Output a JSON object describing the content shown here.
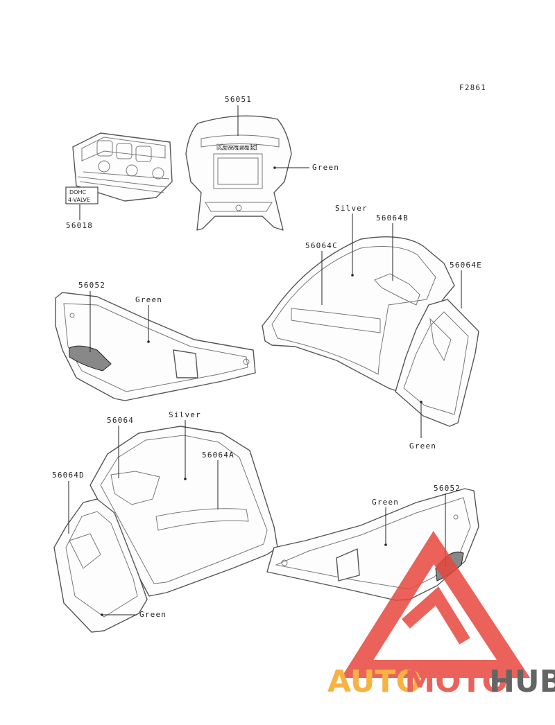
{
  "figure_code": "F2861",
  "labels": {
    "p56051": "56051",
    "p56018": "56018",
    "green_cowl": "Green",
    "silver_top": "Silver",
    "p56064B": "56064B",
    "p56064C": "56064C",
    "p56064E": "56064E",
    "p56052_left": "56052",
    "green_left_cover": "Green",
    "green_right_shroud": "Green",
    "p56064": "56064",
    "silver_bottom": "Silver",
    "p56064A": "56064A",
    "p56064D": "56064D",
    "p56052_right": "56052",
    "green_right_cover": "Green",
    "green_left_shroud": "Green"
  },
  "decal_text": {
    "cowl_brand": "Kawasaki",
    "engine_decal_line1": "DOHC",
    "engine_decal_line2": "4-VALVE"
  },
  "watermark": {
    "part1": "AUTO",
    "part2": "MOTO",
    "part3": "HUB",
    "colors": {
      "orange": "#f5a623",
      "red": "#e8473e",
      "gray": "#4a4a4a"
    }
  }
}
